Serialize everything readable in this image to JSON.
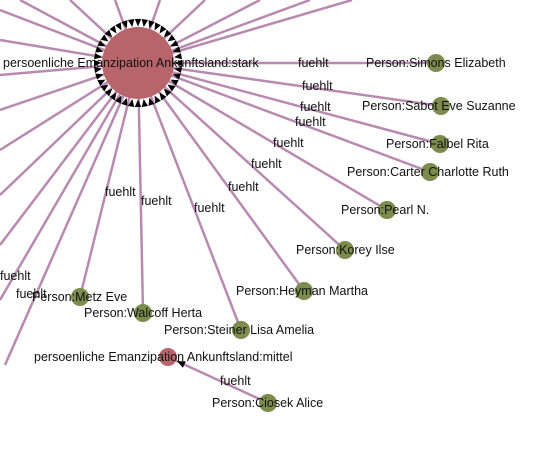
{
  "colors": {
    "edge": "#b88ab0",
    "person_node": "#7c8c4c",
    "emanzipation_node": "#b7646b",
    "text": "#111111",
    "arrow": "#000000"
  },
  "edge_label": "fuehlt",
  "hub_stark": {
    "label": "persoenliche Emanzipation Ankunftsland:stark"
  },
  "hub_mittel": {
    "label": "persoenliche Emanzipation Ankunftsland:mittel"
  },
  "persons": [
    {
      "id": "simons",
      "label": "Person:Simons Elizabeth",
      "target": "stark"
    },
    {
      "id": "sabot",
      "label": "Person:Sabot Eve Suzanne",
      "target": "stark"
    },
    {
      "id": "falbel",
      "label": "Person:Falbel Rita",
      "target": "stark"
    },
    {
      "id": "carter",
      "label": "Person:Carter Charlotte Ruth",
      "target": "stark"
    },
    {
      "id": "pearl",
      "label": "Person:Pearl N.",
      "target": "stark"
    },
    {
      "id": "korey",
      "label": "Person:Korey Ilse",
      "target": "stark"
    },
    {
      "id": "heyman",
      "label": "Person:Heyman Martha",
      "target": "stark"
    },
    {
      "id": "steiner",
      "label": "Person:Steiner Lisa Amelia",
      "target": "stark"
    },
    {
      "id": "walcoff",
      "label": "Person:Walcoff Herta",
      "target": "stark"
    },
    {
      "id": "metz",
      "label": "Person:Metz Eve",
      "target": "stark"
    },
    {
      "id": "ciosek",
      "label": "Person:Ciosek Alice",
      "target": "mittel"
    }
  ]
}
